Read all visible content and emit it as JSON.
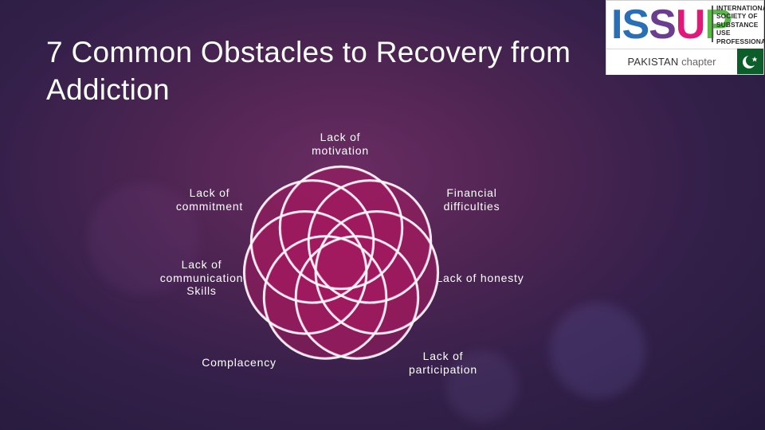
{
  "slide": {
    "title": "7 Common Obstacles to Recovery from Addiction"
  },
  "logo": {
    "letters": [
      {
        "char": "I",
        "color": "#2a6fb5"
      },
      {
        "char": "S",
        "color": "#2a6fb5"
      },
      {
        "char": "S",
        "color": "#6a3d8f"
      },
      {
        "char": "U",
        "color": "#e0187a"
      },
      {
        "char": "P",
        "color": "#58b947"
      }
    ],
    "subtitle": "INTERNATIONAL SOCIETY OF SUBSTANCE USE PROFESSIONALS",
    "chapter_bold": "PAKISTAN",
    "chapter_rest": " chapter",
    "flag_color": "#0b5d2a"
  },
  "diagram": {
    "center_color": "#9b1a63",
    "petal_fill": "#a3195f",
    "petal_stroke_outer": "#ffffff",
    "petal_stroke_inner": "#e493bf",
    "labels": [
      "Lack of\nmotivation",
      "Financial\ndifficulties",
      "Lack of honesty",
      "Lack of\nparticipation",
      "Complacency",
      "Lack of\ncommunication\nSkills",
      "Lack of\ncommitment"
    ]
  }
}
